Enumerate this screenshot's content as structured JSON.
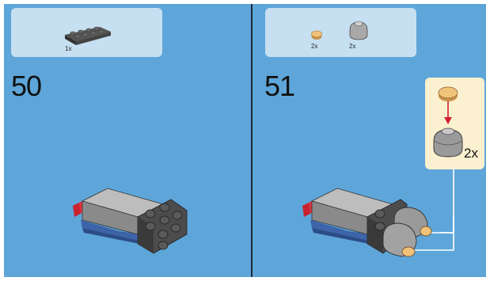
{
  "left_step": {
    "number": "50",
    "parts": [
      {
        "icon": "dark-gray-plate-2x4-icon",
        "quantity": "1x"
      }
    ]
  },
  "right_step": {
    "number": "51",
    "parts": [
      {
        "icon": "tan-round-tile-icon",
        "quantity": "2x"
      },
      {
        "icon": "gray-round-dome-icon",
        "quantity": "2x"
      }
    ],
    "callout": {
      "quantity": "2x"
    }
  },
  "colors": {
    "page_background": "#5ea6d9",
    "parts_box": "#c6e0f2",
    "callout_box": "#fbf0cf",
    "arrow": "#d21f2f",
    "dark_gray": "#4a4a4a",
    "light_gray": "#9a9a9a",
    "tan": "#f1c27a"
  }
}
